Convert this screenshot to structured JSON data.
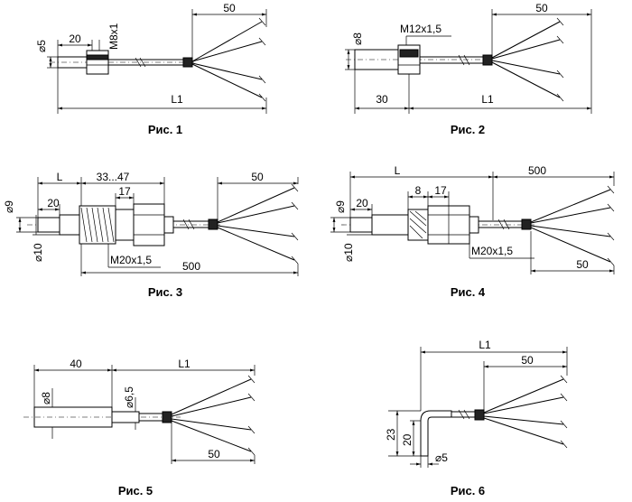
{
  "figures": [
    {
      "caption": "Рис. 1",
      "dims": {
        "diam": "⌀5",
        "len": "20",
        "thread": "M8x1",
        "wire": "50",
        "total": "L1"
      }
    },
    {
      "caption": "Рис. 2",
      "dims": {
        "diam": "⌀8",
        "thread": "M12x1,5",
        "wire": "50",
        "len": "30",
        "total": "L1"
      }
    },
    {
      "caption": "Рис. 3",
      "dims": {
        "L": "L",
        "range": "33...47",
        "nut": "17",
        "wire": "50",
        "d9": "⌀9",
        "len": "20",
        "d10": "⌀10",
        "thread": "M20x1,5",
        "total": "500"
      }
    },
    {
      "caption": "Рис. 4",
      "dims": {
        "L": "L",
        "total": "500",
        "d9": "⌀9",
        "len": "20",
        "eight": "8",
        "nut": "17",
        "d10": "⌀10",
        "thread": "M20x1,5",
        "wire": "50"
      }
    },
    {
      "caption": "Рис. 5",
      "dims": {
        "len": "40",
        "total": "L1",
        "diam": "⌀8",
        "d65": "⌀6,5",
        "wire": "50"
      }
    },
    {
      "caption": "Рис. 6",
      "dims": {
        "total": "L1",
        "wire": "50",
        "h23": "23",
        "h20": "20",
        "diam": "⌀5"
      }
    }
  ]
}
